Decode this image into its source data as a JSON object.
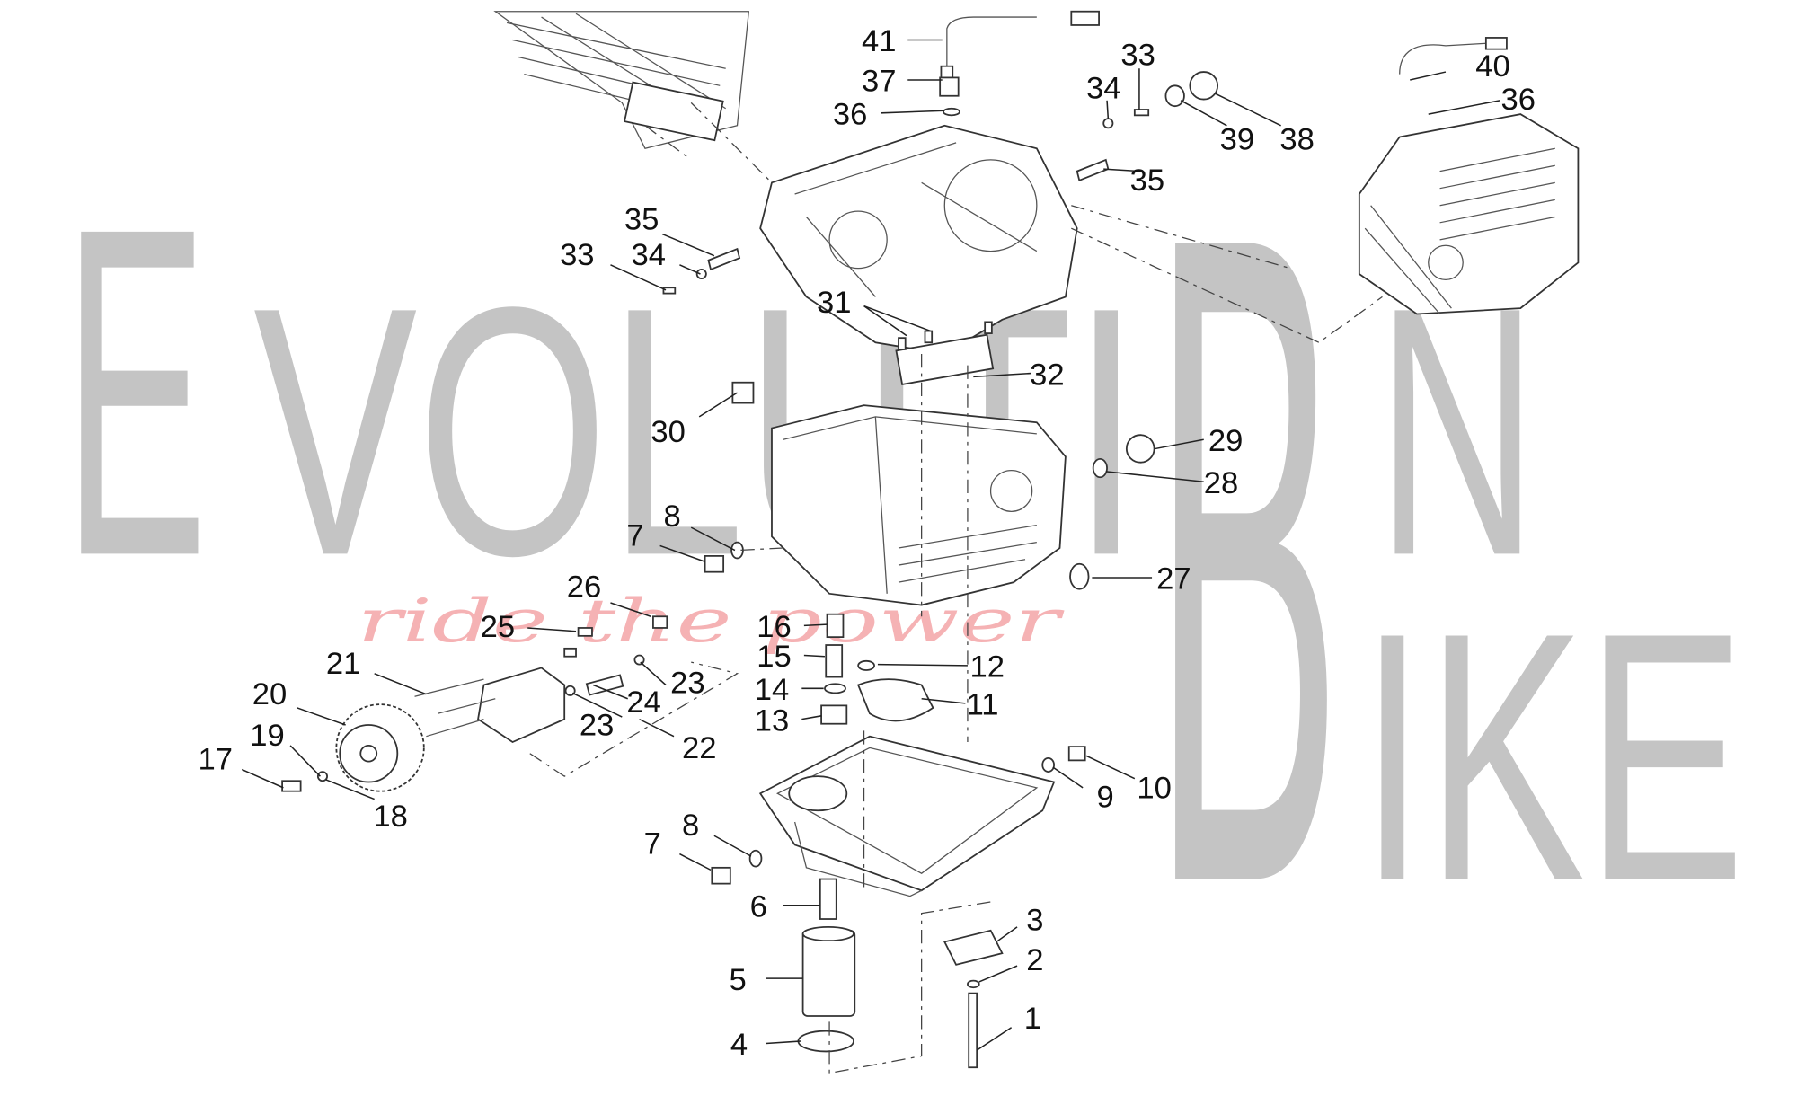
{
  "watermark": {
    "brand_line1": "EVOLUTION",
    "brand_line2": "BIKE",
    "tagline": "ride the power",
    "color": "#c4c4c4",
    "tagline_color": "#f4a5a8"
  },
  "labels": [
    "41",
    "37",
    "36",
    "33",
    "34",
    "40",
    "36",
    "39",
    "38",
    "35",
    "35",
    "33",
    "34",
    "31",
    "32",
    "30",
    "29",
    "28",
    "8",
    "7",
    "27",
    "26",
    "25",
    "16",
    "15",
    "12",
    "21",
    "23",
    "14",
    "24",
    "11",
    "20",
    "23",
    "13",
    "22",
    "19",
    "17",
    "18",
    "10",
    "9",
    "8",
    "7",
    "6",
    "3",
    "2",
    "5",
    "1",
    "4"
  ]
}
